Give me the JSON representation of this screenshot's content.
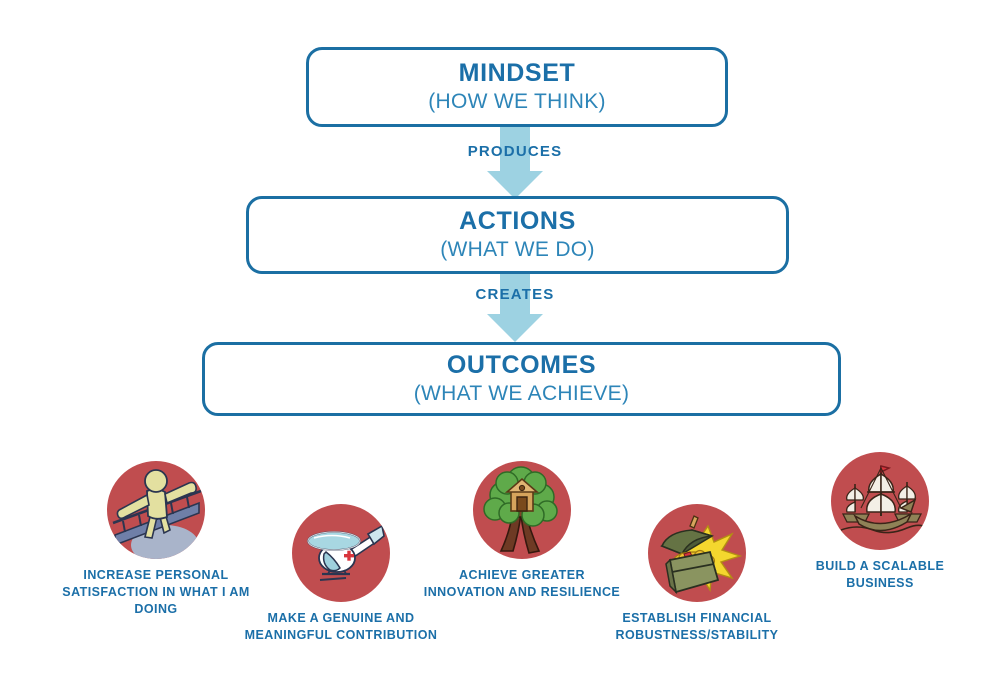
{
  "diagram": {
    "flow": [
      {
        "title": "MINDSET",
        "subtitle": "(HOW WE THINK)"
      },
      {
        "title": "ACTIONS",
        "subtitle": "(WHAT WE DO)"
      },
      {
        "title": "OUTCOMES",
        "subtitle": "(WHAT WE ACHIEVE)"
      }
    ],
    "connectors": [
      {
        "label": "PRODUCES"
      },
      {
        "label": "CREATES"
      }
    ],
    "outcomes": [
      {
        "icon": "person-on-bridge-icon",
        "line1": "INCREASE PERSONAL",
        "line2": "SATISFACTION IN WHAT I AM DOING"
      },
      {
        "icon": "helicopter-icon",
        "line1": "MAKE A GENUINE AND",
        "line2": "MEANINGFUL CONTRIBUTION"
      },
      {
        "icon": "treehouse-icon",
        "line1": "ACHIEVE GREATER",
        "line2": "INNOVATION AND RESILIENCE"
      },
      {
        "icon": "treasure-chest-icon",
        "line1": "ESTABLISH FINANCIAL",
        "line2": "ROBUSTNESS/STABILITY"
      },
      {
        "icon": "sailing-ships-icon",
        "line1": "BUILD A SCALABLE",
        "line2": "BUSINESS"
      }
    ]
  },
  "colors": {
    "box_border": "#1b6fa3",
    "title_blue": "#1b6fa8",
    "subtitle_blue": "#2d85b8",
    "arrow_blue": "#9dd2e2",
    "circle_red": "#c04d4f",
    "background": "#ffffff"
  }
}
